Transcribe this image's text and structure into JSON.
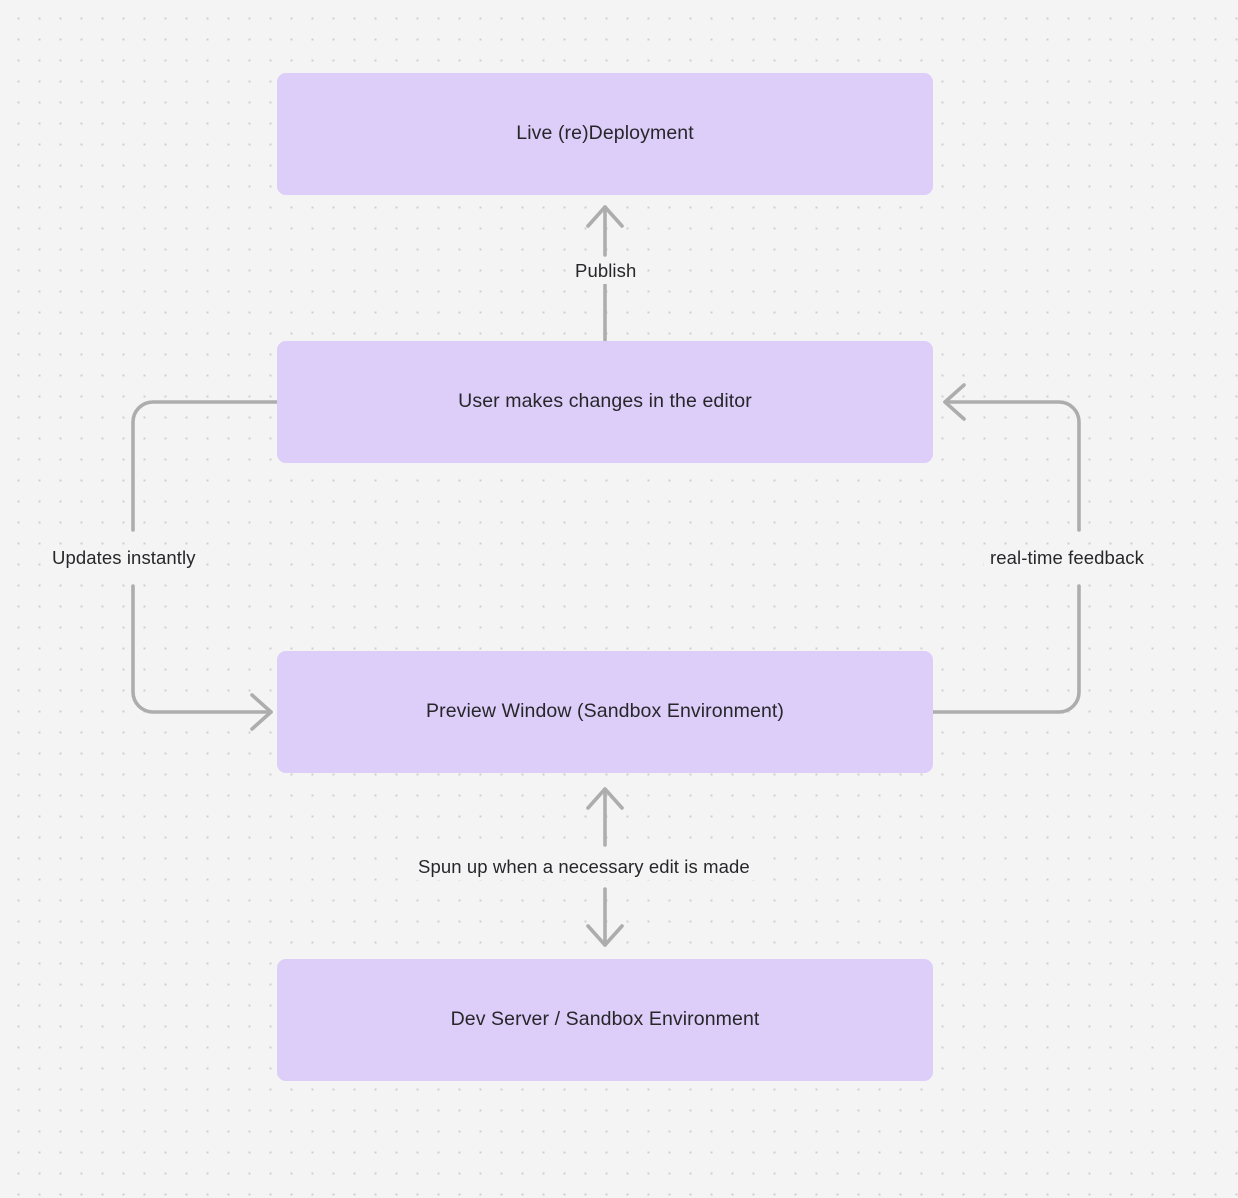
{
  "diagram": {
    "title": "Live redeployment preview loop flowchart",
    "background_color": "#f4f4f5",
    "node_fill_color": "#dccdf9",
    "node_text_color": "#27272a",
    "edge_color": "#adadad",
    "nodes": [
      {
        "id": "live-deployment",
        "label": "Live (re)Deployment"
      },
      {
        "id": "user-edits",
        "label": "User makes changes in the editor"
      },
      {
        "id": "preview-window",
        "label": "Preview Window (Sandbox Environment)"
      },
      {
        "id": "dev-server",
        "label": "Dev Server / Sandbox Environment"
      }
    ],
    "edges": [
      {
        "id": "publish",
        "label": "Publish",
        "from": "user-edits",
        "to": "live-deployment",
        "direction": "up"
      },
      {
        "id": "updates-instantly",
        "label": "Updates instantly",
        "from": "user-edits",
        "to": "preview-window",
        "direction": "down-left-loop"
      },
      {
        "id": "real-time-feedback",
        "label": "real-time feedback",
        "from": "preview-window",
        "to": "user-edits",
        "direction": "up-right-loop"
      },
      {
        "id": "spun-up",
        "label": "Spun up when a necessary edit is made",
        "from": "preview-window",
        "to": "dev-server",
        "direction": "bidirectional"
      }
    ]
  }
}
